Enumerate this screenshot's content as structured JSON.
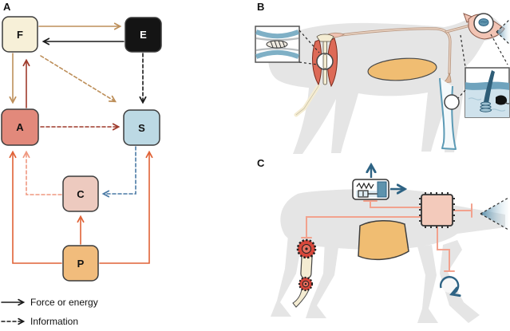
{
  "figure": {
    "type": "scientific-diagram",
    "description_scope": "three-panel figure: block diagram of force/information flow, biological animal schematic, robot schematic"
  },
  "colors": {
    "force_tan": "#bd8f5a",
    "force_black": "#1a1a1a",
    "force_dark_red": "#9e3a2b",
    "force_orange": "#e06236",
    "info_salmon": "#ef9880",
    "info_blue": "#4a7aa5",
    "silhouette_gray": "#e5e5e5",
    "connection_salmon": "#f2a28e",
    "robot_blue": "#2e6384",
    "organ_orange": "#f0bd72",
    "muscle_red": "#dd6a57",
    "bone_cream": "#f4ecd2",
    "nerve_tan": "#b99781",
    "head_pink": "#f2c4b4",
    "skin_blue": "#6fa3bd"
  },
  "panelA": {
    "label": "A",
    "nodes": [
      {
        "id": "F",
        "label": "F",
        "fill": "#f7f0d8"
      },
      {
        "id": "E",
        "label": "E",
        "fill": "#141414"
      },
      {
        "id": "A",
        "label": "A",
        "fill": "#e2897b"
      },
      {
        "id": "S",
        "label": "S",
        "fill": "#bcd9e4"
      },
      {
        "id": "C",
        "label": "C",
        "fill": "#edcabf"
      },
      {
        "id": "P",
        "label": "P",
        "fill": "#f1bc7c"
      }
    ],
    "edges": [
      {
        "from": "F",
        "to": "E",
        "type": "force",
        "color": "#bd8f5a"
      },
      {
        "from": "E",
        "to": "F",
        "type": "force",
        "color": "#1a1a1a"
      },
      {
        "from": "F",
        "to": "A",
        "type": "force",
        "color": "#bd8f5a"
      },
      {
        "from": "A",
        "to": "F",
        "type": "force",
        "color": "#9e3a2b"
      },
      {
        "from": "F",
        "to": "S",
        "type": "information",
        "color": "#bd8f5a"
      },
      {
        "from": "E",
        "to": "S",
        "type": "information",
        "color": "#1a1a1a"
      },
      {
        "from": "A",
        "to": "S",
        "type": "information",
        "color": "#9e3a2b"
      },
      {
        "from": "P",
        "to": "C",
        "type": "force",
        "color": "#e06236"
      },
      {
        "from": "P",
        "to": "A",
        "type": "force",
        "color": "#e06236"
      },
      {
        "from": "P",
        "to": "S",
        "type": "force",
        "color": "#e06236"
      },
      {
        "from": "C",
        "to": "A",
        "type": "information",
        "color": "#ef9880"
      },
      {
        "from": "S",
        "to": "C",
        "type": "information",
        "color": "#4a7aa5"
      }
    ],
    "legend": [
      {
        "style": "solid-arrow",
        "label": "Force or energy"
      },
      {
        "style": "dashed-arrow",
        "label": "Information"
      }
    ]
  },
  "panelB": {
    "label": "B",
    "icons": [
      "animal-silhouette",
      "muscle-fiber-inset",
      "hindlimb-muscle-icon",
      "muscle-magnifier-circle",
      "gut-organ-oval",
      "spinal-cord-nerve",
      "head-icon",
      "brain-magnifier-circle",
      "vision-cone",
      "skin-hair-follicle-inset",
      "forelimb-skin-outline",
      "skin-magnifier-circle"
    ]
  },
  "panelC": {
    "label": "C",
    "icons": [
      "robot-silhouette",
      "spring-damper-actuator-icon",
      "processor-chip-icon",
      "battery-icon",
      "leg-gear-motor-icon",
      "camera-vision-cone",
      "rotation-arrow-icon",
      "connection-lines"
    ]
  }
}
